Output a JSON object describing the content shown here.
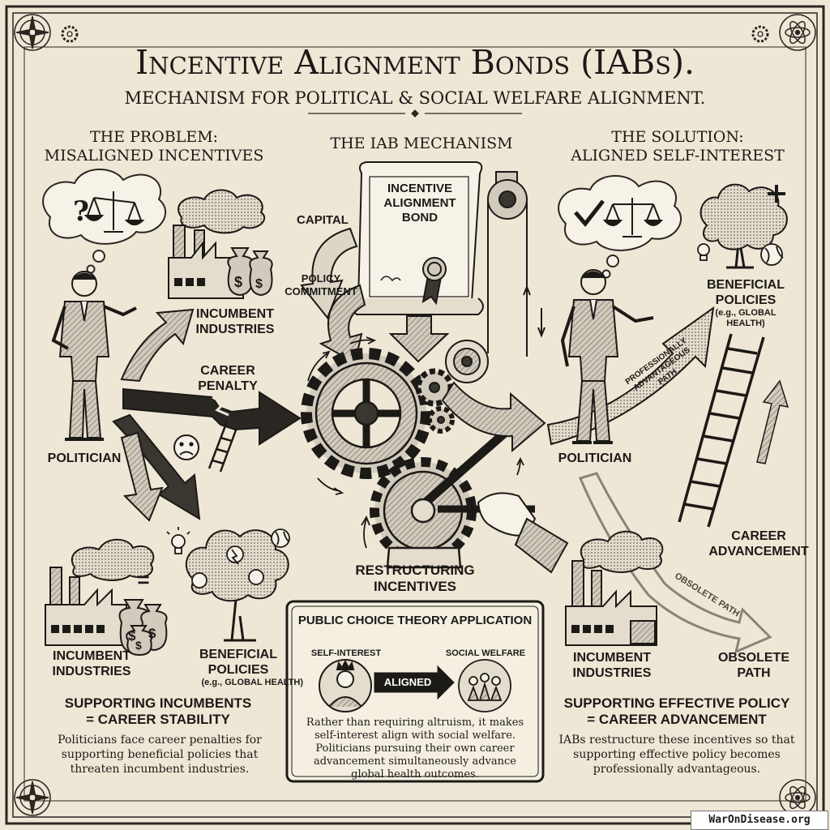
{
  "header": {
    "title": "Incentive Alignment Bonds (IABs).",
    "subtitle": "MECHANISM FOR POLITICAL & SOCIAL WELFARE ALIGNMENT."
  },
  "problem": {
    "heading_line1": "THE PROBLEM:",
    "heading_line2": "MISALIGNED INCENTIVES",
    "politician_label": "POLITICIAN",
    "incumbent_top_line1": "INCUMBENT",
    "incumbent_top_line2": "INDUSTRIES",
    "career_penalty_line1": "CAREER",
    "career_penalty_line2": "PENALTY",
    "equals_sign": "=",
    "incumbent_bottom_line1": "INCUMBENT",
    "incumbent_bottom_line2": "INDUSTRIES",
    "beneficial_line1": "BENEFICIAL",
    "beneficial_line2": "POLICIES",
    "beneficial_note": "(e.g., GLOBAL HEALTH)",
    "summary_line1": "SUPPORTING INCUMBENTS",
    "summary_line2": "= CAREER STABILITY",
    "description": "Politicians face career penalties for supporting beneficial policies that threaten incumbent industries."
  },
  "mechanism": {
    "heading": "THE IAB MECHANISM",
    "bond_line1": "INCENTIVE",
    "bond_line2": "ALIGNMENT",
    "bond_line3": "BOND",
    "capital_label": "CAPITAL",
    "policy_line1": "POLICY",
    "policy_line2": "COMMITMENT",
    "restructuring_line1": "RESTRUCTURING",
    "restructuring_line2": "INCENTIVES"
  },
  "public_choice": {
    "title": "PUBLIC CHOICE THEORY APPLICATION",
    "self_interest": "SELF-INTEREST",
    "aligned": "ALIGNED",
    "social_welfare": "SOCIAL WELFARE",
    "description": "Rather than requiring altruism, it makes self-interest align with social welfare. Politicians pursuing their own career advancement simultaneously advance global health outcomes."
  },
  "solution": {
    "heading_line1": "THE SOLUTION:",
    "heading_line2": "ALIGNED SELF-INTEREST",
    "politician_label": "POLITICIAN",
    "beneficial_line1": "BENEFICIAL",
    "beneficial_line2": "POLICIES",
    "beneficial_note_line1": "(e.g., GLOBAL",
    "beneficial_note_line2": "HEALTH)",
    "path_line1": "PROFESSIONALLY",
    "path_line2": "ADVANTAGEOUS",
    "path_line3": "PATH",
    "career_line1": "CAREER",
    "career_line2": "ADVANCEMENT",
    "obsolete_arrow": "OBSOLETE PATH",
    "incumbent_line1": "INCUMBENT",
    "incumbent_line2": "INDUSTRIES",
    "obsolete_line1": "OBSOLETE",
    "obsolete_line2": "PATH",
    "summary_line1": "SUPPORTING EFFECTIVE POLICY",
    "summary_line2": "= CAREER ADVANCEMENT",
    "description": "IABs restructure these incentives so that supporting effective policy becomes professionally advantageous."
  },
  "watermark": "WarOnDisease.org",
  "colors": {
    "paper": "#efe7d6",
    "ink": "#1c1a17",
    "shade": "#8a8378"
  }
}
